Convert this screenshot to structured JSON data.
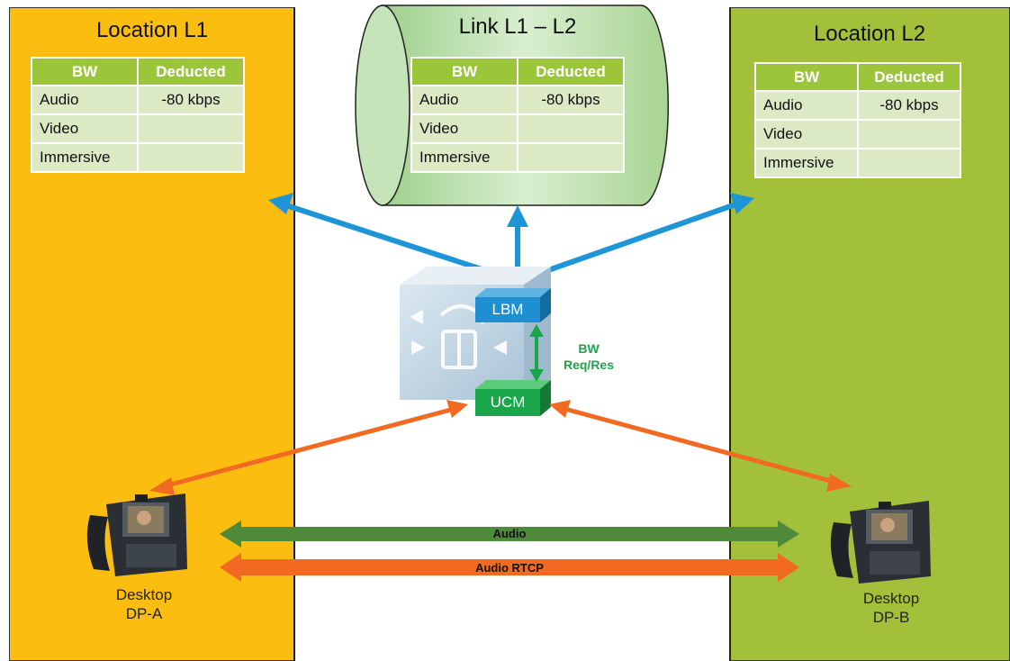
{
  "locations": {
    "l1": {
      "title": "Location L1"
    },
    "l2": {
      "title": "Location L2"
    },
    "link": {
      "title": "Link L1 – L2"
    }
  },
  "table": {
    "headers": [
      "BW",
      "Deducted"
    ],
    "rows": [
      {
        "label": "Audio",
        "value": "-80 kbps"
      },
      {
        "label": "Video",
        "value": ""
      },
      {
        "label": "Immersive",
        "value": ""
      }
    ]
  },
  "server": {
    "lbm": "LBM",
    "ucm": "UCM",
    "bw_label_1": "BW",
    "bw_label_2": "Req/Res"
  },
  "flows": {
    "audio": "Audio",
    "rtcp": "Audio RTCP"
  },
  "phones": {
    "a": {
      "line1": "Desktop",
      "line2": "DP-A"
    },
    "b": {
      "line1": "Desktop",
      "line2": "DP-B"
    }
  },
  "colors": {
    "location_l1": "#fbbd10",
    "location_l2": "#a2c03a",
    "link_cylinder": "#bfe0b0",
    "table_header": "#9cc63a",
    "table_cell": "#dce9c5",
    "lbm_box": "#1e8fd0",
    "ucm_box": "#1aa64a",
    "blue_arrow": "#1e95d6",
    "orange_arrow": "#f26a21",
    "audio_arrow": "#4f8a3a"
  }
}
